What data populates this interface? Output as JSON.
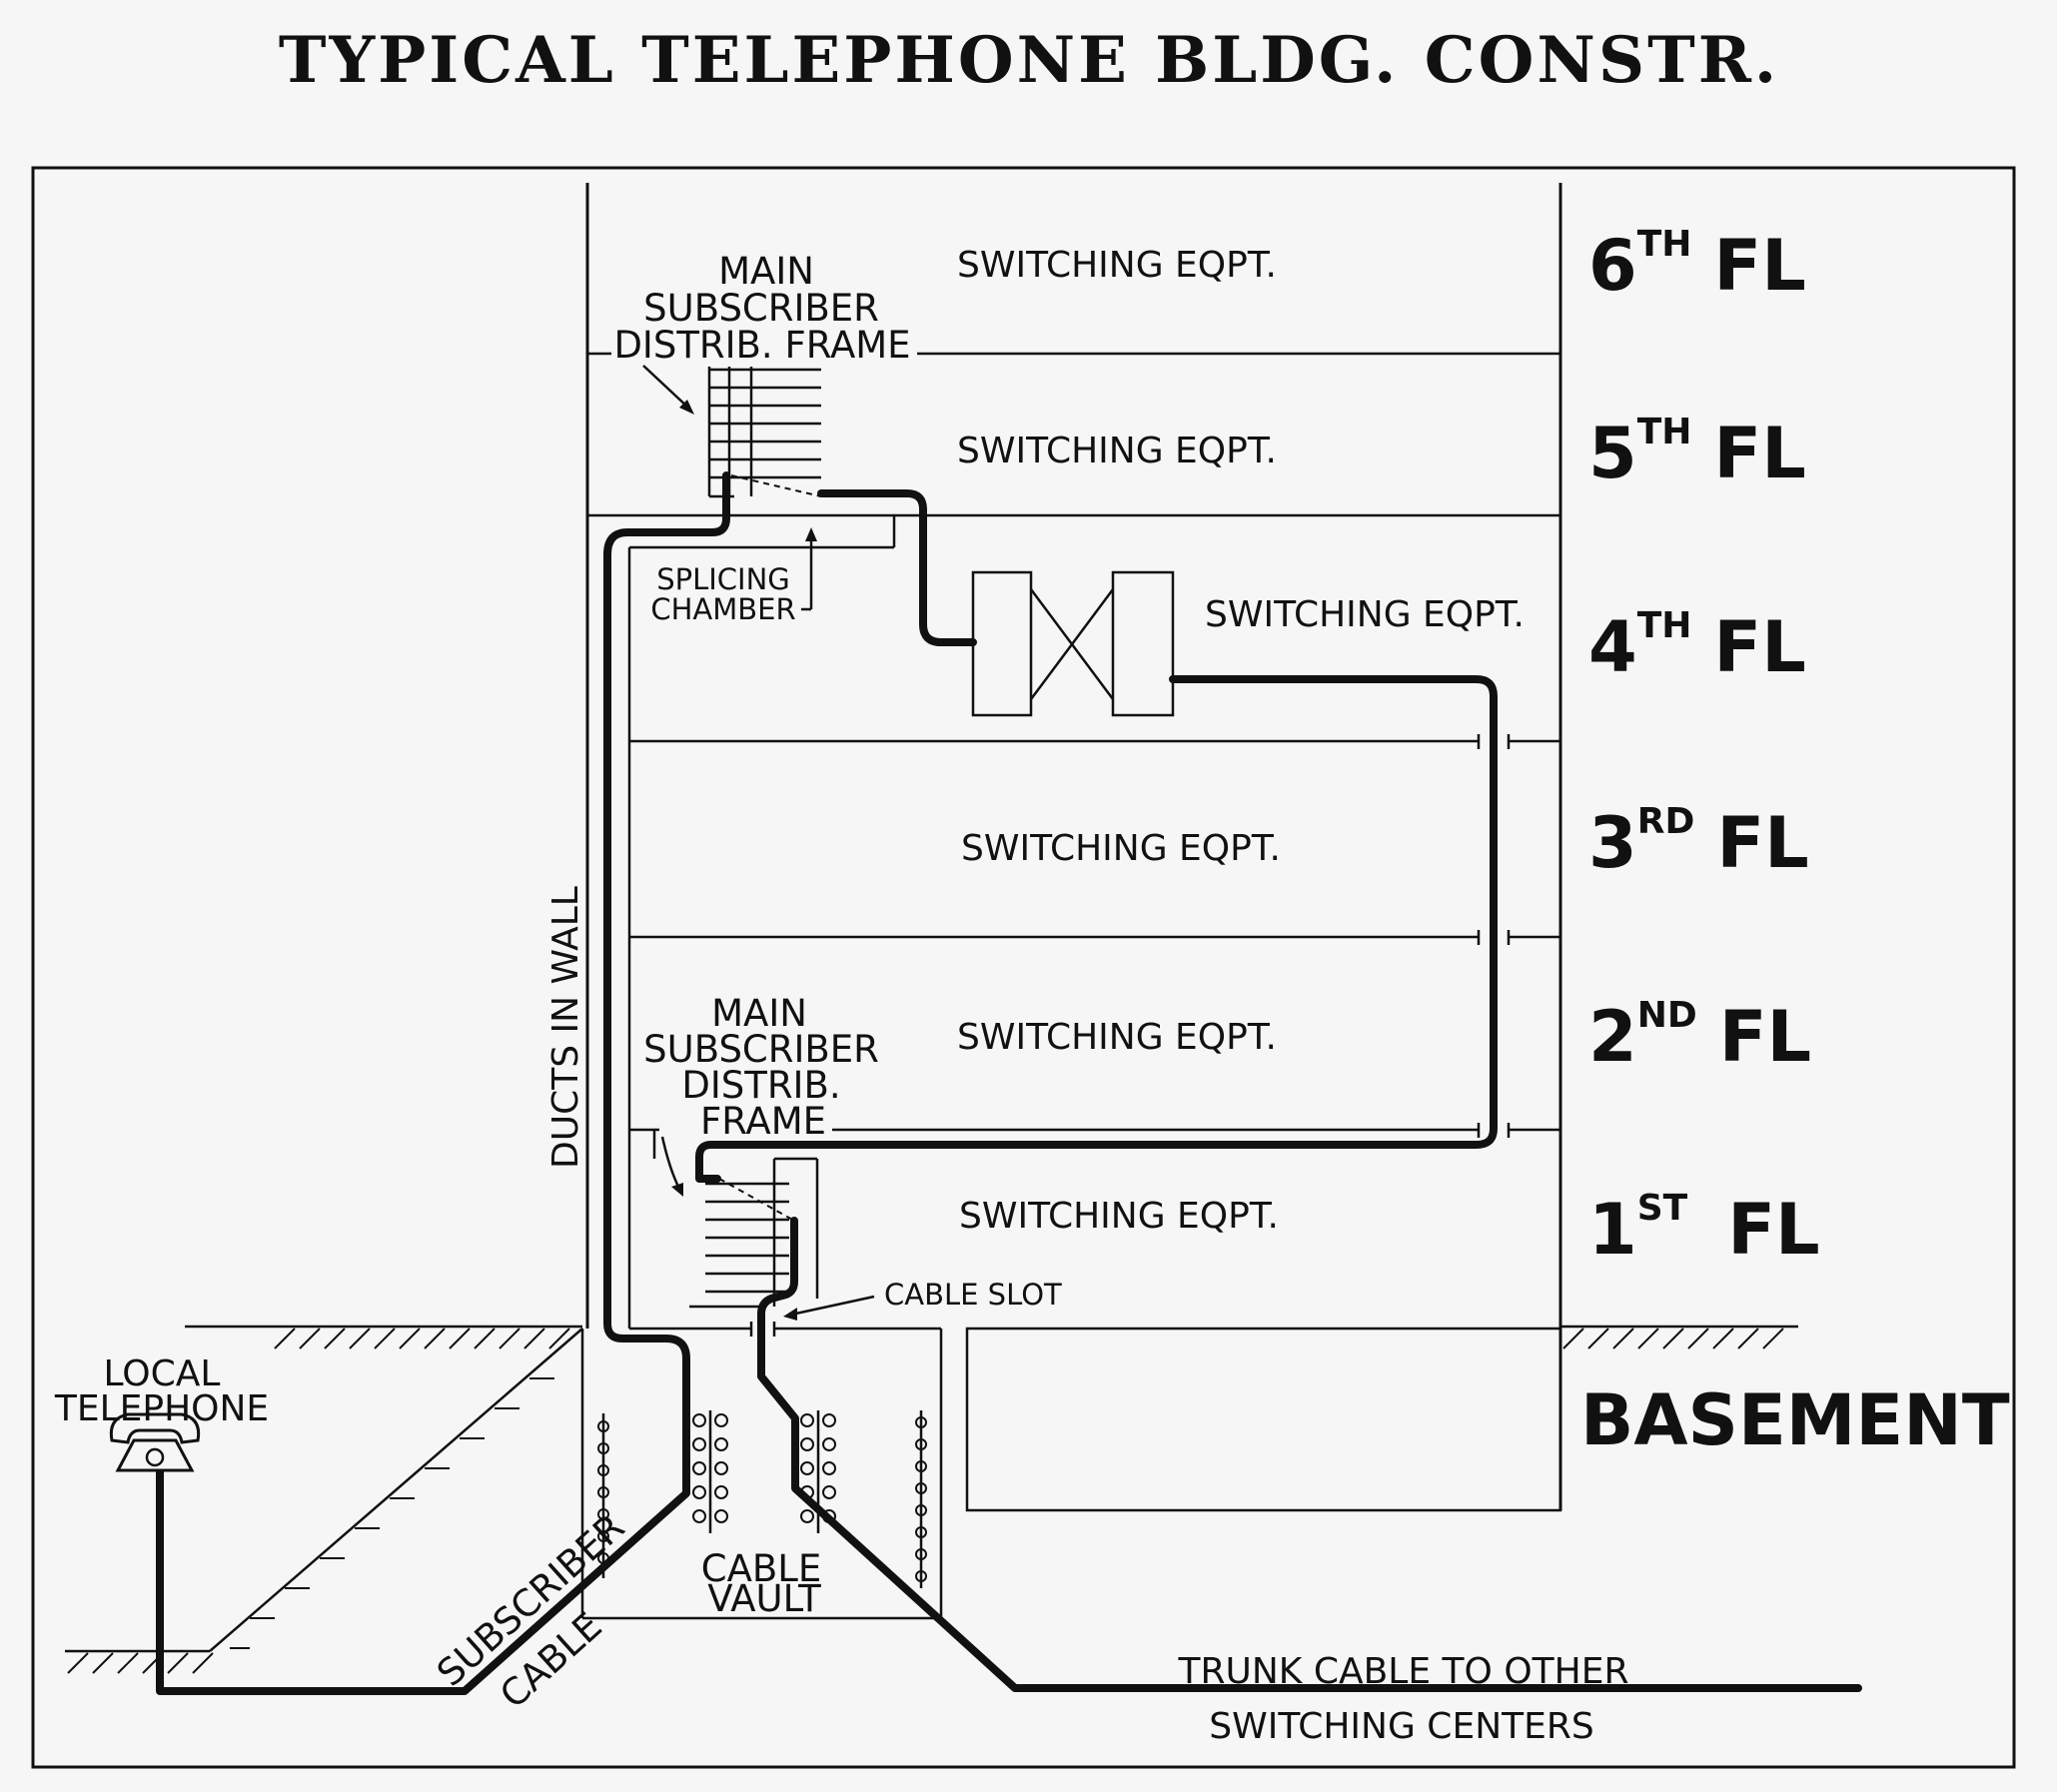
{
  "title": "TYPICAL TELEPHONE BLDG. CONSTR.",
  "floors": [
    {
      "num": "6",
      "sup": "TH",
      "fl": "FL"
    },
    {
      "num": "5",
      "sup": "TH",
      "fl": "FL"
    },
    {
      "num": "4",
      "sup": "TH",
      "fl": "FL"
    },
    {
      "num": "3",
      "sup": "RD",
      "fl": "FL"
    },
    {
      "num": "2",
      "sup": "ND",
      "fl": "FL"
    },
    {
      "num": "1",
      "sup": "ST",
      "fl": "FL"
    }
  ],
  "basement": "BASEMENT",
  "switching": [
    "SWITCHING EQPT.",
    "SWITCHING EQPT.",
    "SWITCHING EQPT.",
    "SWITCHING EQPT.",
    "SWITCHING EQPT.",
    "SWITCHING EQPT."
  ],
  "frame_upper": [
    "MAIN",
    "SUBSCRIBER",
    "DISTRIB. FRAME"
  ],
  "frame_lower": [
    "MAIN",
    "SUBSCRIBER",
    "DISTRIB.",
    "FRAME"
  ],
  "splicing": [
    "SPLICING",
    "CHAMBER"
  ],
  "ducts": "DUCTS IN WALL",
  "cable_slot": "CABLE SLOT",
  "local_telephone": [
    "LOCAL",
    "TELEPHONE"
  ],
  "subscriber_cable": [
    "SUBSCRIBER",
    "CABLE"
  ],
  "cable_vault": [
    "CABLE",
    "VAULT"
  ],
  "trunk": [
    "TRUNK CABLE TO OTHER",
    "SWITCHING CENTERS"
  ]
}
